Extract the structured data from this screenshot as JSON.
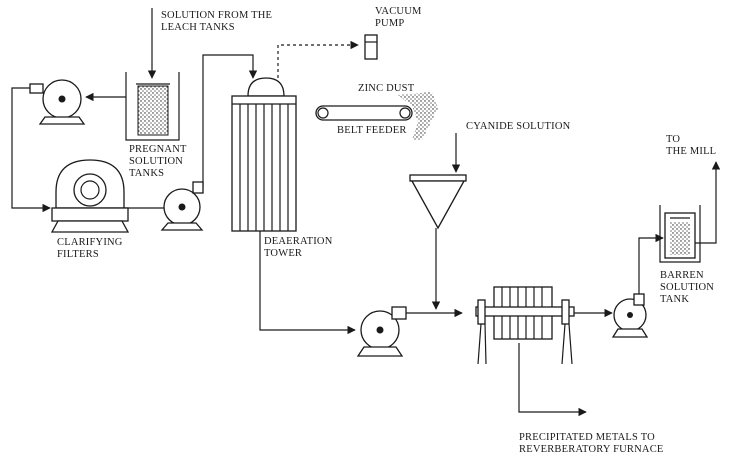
{
  "labels": {
    "solution_from_leach": [
      "SOLUTION FROM THE",
      "LEACH TANKS"
    ],
    "vacuum_pump": [
      "VACUUM",
      "PUMP"
    ],
    "zinc_dust": [
      "ZINC DUST"
    ],
    "belt_feeder": [
      "BELT FEEDER"
    ],
    "cyanide_solution": [
      "CYANIDE SOLUTION"
    ],
    "to_the_mill": [
      "TO",
      "THE MILL"
    ],
    "pregnant_solution_tanks": [
      "PREGNANT",
      "SOLUTION",
      "TANKS"
    ],
    "clarifying_filters": [
      "CLARIFYING",
      "FILTERS"
    ],
    "deaeration_tower": [
      "DEAERATION",
      "TOWER"
    ],
    "barren_solution_tank": [
      "BARREN",
      "SOLUTION",
      "TANK"
    ],
    "precipitated_metals": [
      "PRECIPITATED METALS TO",
      "REVERBERATORY FURNACE"
    ]
  },
  "colors": {
    "ink": "#1a1a1a",
    "paper": "#ffffff"
  }
}
